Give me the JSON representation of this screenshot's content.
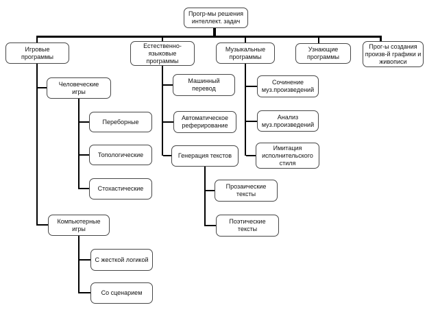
{
  "diagram": {
    "type": "tree",
    "language": "ru",
    "description_root": "Прогр-мы решения интеллект. задач"
  },
  "colors": {
    "background": "#ffffff",
    "node_fill": "#ffffff",
    "node_border": "#454545",
    "connector": "#000000",
    "text": "#111111"
  },
  "nodes": {
    "root": {
      "label": "Прогр-мы решения интеллект. задач"
    },
    "game_programs": {
      "label": "Игровые программы"
    },
    "nl_programs": {
      "label": "Естественно-языковые программы"
    },
    "music_programs": {
      "label": "Музыкальные программы"
    },
    "recognition_programs": {
      "label": "Узнающие программы"
    },
    "graphics_programs": {
      "label": "Прог-ы создания произв-й графики и живописи"
    },
    "human_games": {
      "label": "Человеческие игры"
    },
    "enumeration_games": {
      "label": "Переборные"
    },
    "topological_games": {
      "label": "Топологические"
    },
    "stochastic_games": {
      "label": "Стохастические"
    },
    "computer_games": {
      "label": "Компьютерные игры"
    },
    "hard_logic_games": {
      "label": "С жесткой логикой"
    },
    "scenario_games": {
      "label": "Со сценарием"
    },
    "machine_translation": {
      "label": "Машинный перевод"
    },
    "auto_summarization": {
      "label": "Автоматическое реферирование"
    },
    "text_generation": {
      "label": "Генерация текстов"
    },
    "prose_texts": {
      "label": "Прозаические тексты"
    },
    "poetic_texts": {
      "label": "Поэтические тексты"
    },
    "music_composition": {
      "label": "Сочинение муз.произведений"
    },
    "music_analysis": {
      "label": "Анализ муз.произведений"
    },
    "style_imitation": {
      "label": "Имитация исполнительского стиля"
    }
  },
  "edges": [
    {
      "from": "root",
      "to": "game_programs"
    },
    {
      "from": "root",
      "to": "nl_programs"
    },
    {
      "from": "root",
      "to": "music_programs"
    },
    {
      "from": "root",
      "to": "recognition_programs"
    },
    {
      "from": "root",
      "to": "graphics_programs"
    },
    {
      "from": "game_programs",
      "to": "human_games"
    },
    {
      "from": "game_programs",
      "to": "computer_games"
    },
    {
      "from": "human_games",
      "to": "enumeration_games"
    },
    {
      "from": "human_games",
      "to": "topological_games"
    },
    {
      "from": "human_games",
      "to": "stochastic_games"
    },
    {
      "from": "computer_games",
      "to": "hard_logic_games"
    },
    {
      "from": "computer_games",
      "to": "scenario_games"
    },
    {
      "from": "nl_programs",
      "to": "machine_translation"
    },
    {
      "from": "nl_programs",
      "to": "auto_summarization"
    },
    {
      "from": "nl_programs",
      "to": "text_generation"
    },
    {
      "from": "text_generation",
      "to": "prose_texts"
    },
    {
      "from": "text_generation",
      "to": "poetic_texts"
    },
    {
      "from": "music_programs",
      "to": "music_composition"
    },
    {
      "from": "music_programs",
      "to": "music_analysis"
    },
    {
      "from": "music_programs",
      "to": "style_imitation"
    }
  ]
}
